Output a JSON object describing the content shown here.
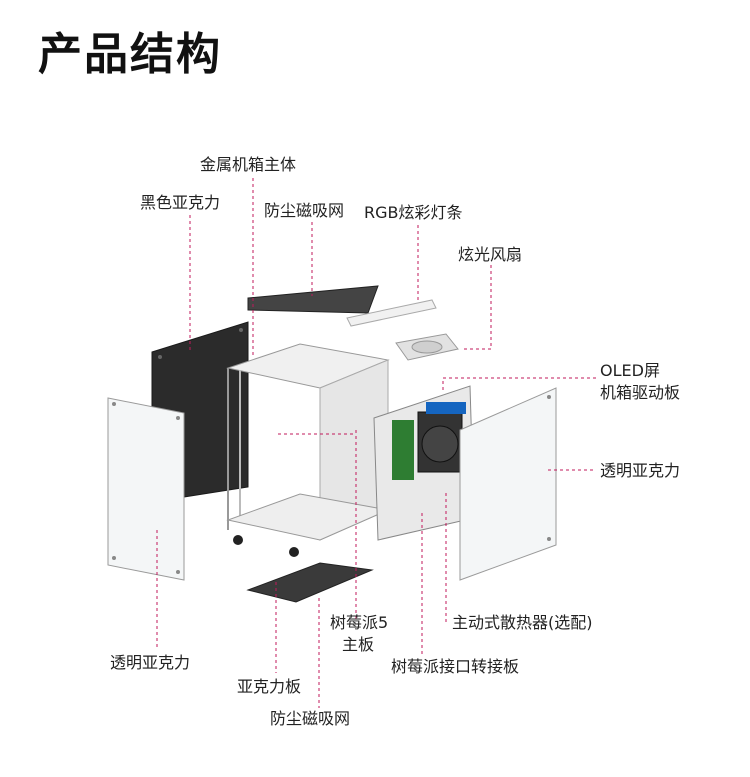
{
  "title": "产品结构",
  "labels": {
    "case_body": "金属机箱主体",
    "black_acrylic": "黑色亚克力",
    "dust_filter_top": "防尘磁吸网",
    "rgb_strip": "RGB炫彩灯条",
    "fan": "炫光风扇",
    "oled_line1": "OLED屏",
    "oled_line2": "机箱驱动板",
    "clear_acrylic_right": "透明亚克力",
    "active_cooler": "主动式散热器(选配)",
    "pi5_line1": "树莓派5",
    "pi5_line2": "主板",
    "interface_board": "树莓派接口转接板",
    "clear_acrylic_left": "透明亚克力",
    "acrylic_board": "亚克力板",
    "dust_filter_bottom": "防尘磁吸网"
  },
  "colors": {
    "leader": "#c2185b",
    "black_panel": "#2b2b2b",
    "case_metal": "#e8e8e8",
    "pcb_green": "#2e7d32",
    "oled_blue": "#1565c0"
  }
}
